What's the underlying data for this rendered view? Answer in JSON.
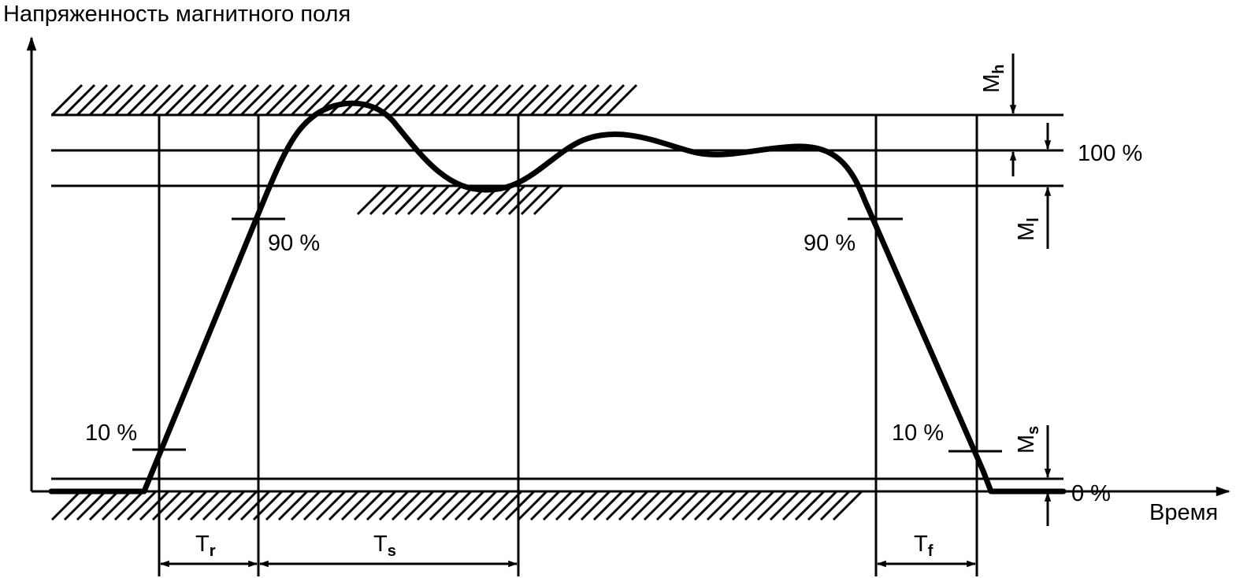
{
  "y_axis_title": "Напряженность магнитного поля",
  "x_axis_title": "Время",
  "levels": {
    "p100": "100 %",
    "p0": "0 %",
    "p90_left": "90 %",
    "p90_right": "90 %",
    "p10_left": "10 %",
    "p10_right": "10 %"
  },
  "margins": {
    "mh": {
      "main": "M",
      "sub": "h"
    },
    "ml": {
      "main": "M",
      "sub": "l"
    },
    "ms": {
      "main": "M",
      "sub": "s"
    }
  },
  "intervals": {
    "tr": {
      "main": "T",
      "sub": "r"
    },
    "ts": {
      "main": "T",
      "sub": "s"
    },
    "tf": {
      "main": "T",
      "sub": "f"
    }
  }
}
